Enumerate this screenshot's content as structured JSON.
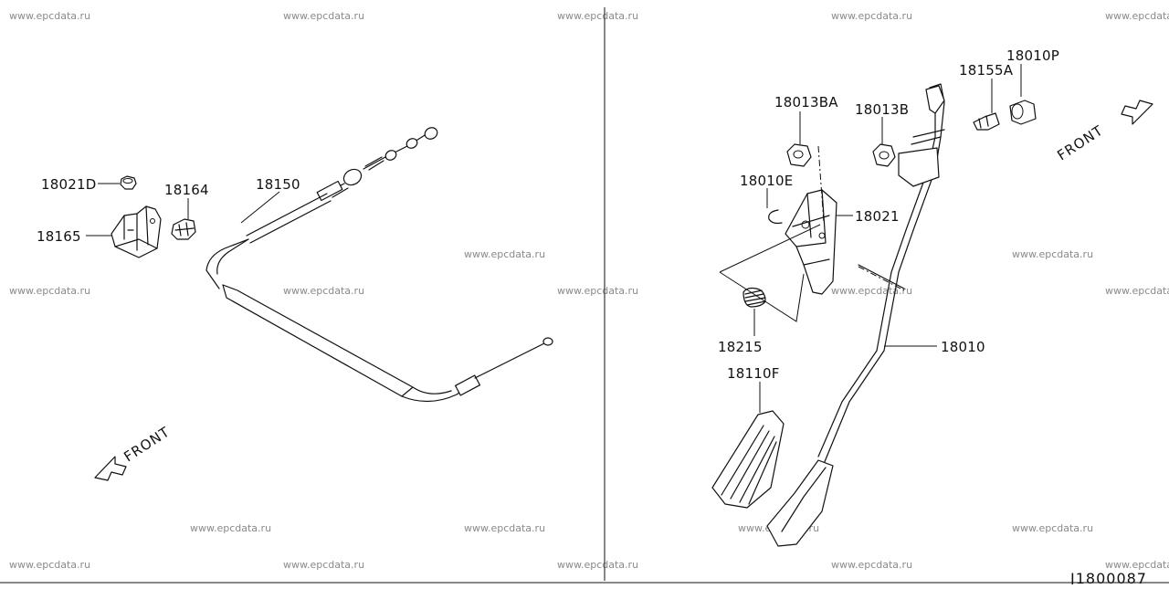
{
  "watermark": "www.epcdata.ru",
  "front_label": "FRONT",
  "diagram_code": "J1800087",
  "parts": {
    "p18021D": "18021D",
    "p18164": "18164",
    "p18165": "18165",
    "p18150": "18150",
    "p18013BA": "18013BA",
    "p18013B": "18013B",
    "p18155A": "18155A",
    "p18010P": "18010P",
    "p18010E": "18010E",
    "p18021": "18021",
    "p18215": "18215",
    "p18010": "18010",
    "p18110F": "18110F"
  },
  "icons": {
    "front_arrow": "front-arrow-icon"
  }
}
